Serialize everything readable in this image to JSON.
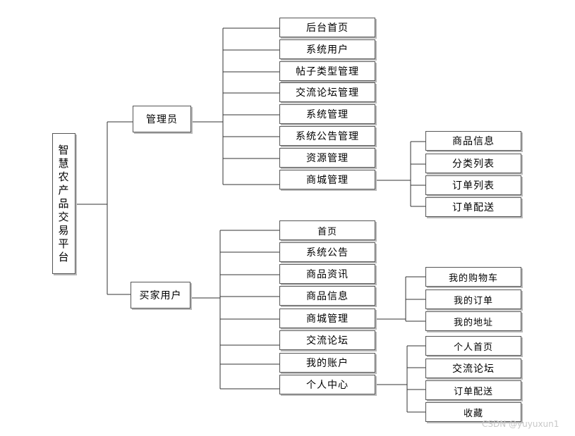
{
  "root": "智慧农产品交易平台",
  "admin": {
    "label": "管理员",
    "items": [
      "后台首页",
      "系统用户",
      "帖子类型管理",
      "交流论坛管理",
      "系统管理",
      "系统公告管理",
      "资源管理",
      "商城管理"
    ],
    "mall_sub": [
      "商品信息",
      "分类列表",
      "订单列表",
      "订单配送"
    ]
  },
  "buyer": {
    "label": "买家用户",
    "items": [
      "首页",
      "系统公告",
      "商品资讯",
      "商品信息",
      "商城管理",
      "交流论坛",
      "我的账户",
      "个人中心"
    ],
    "mall_sub": [
      "我的购物车",
      "我的订单",
      "我的地址"
    ],
    "center_sub": [
      "个人首页",
      "交流论坛",
      "订单配送",
      "收藏"
    ]
  },
  "watermark": "CSDN @yuyuxun1"
}
